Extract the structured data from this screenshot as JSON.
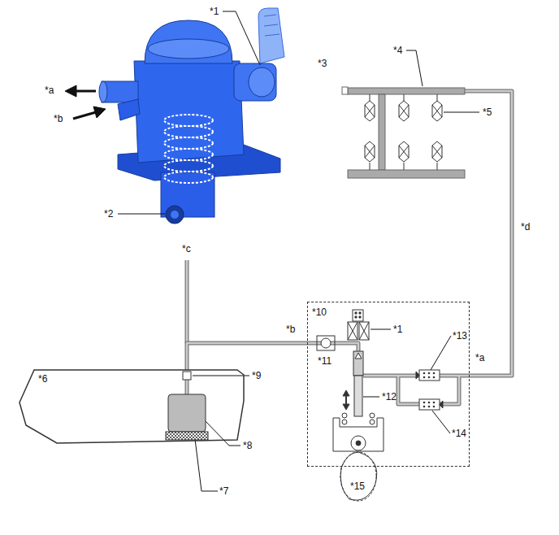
{
  "diagram": {
    "nodes": [
      {
        "text": [
          "*6"
        ]
      },
      {
        "text": [
          "*10"
        ]
      }
    ],
    "edges": [
      {
        "from": 0,
        "to": 1,
        "arrow": "none"
      }
    ],
    "labels": [
      "*1",
      "*a",
      "*b",
      "*2",
      "*c",
      "*3",
      "*4",
      "*5",
      "*d",
      "*b",
      "*1",
      "*13",
      "*a",
      "*11",
      "*9",
      "*12",
      "*14",
      "*8",
      "*7",
      "*15"
    ]
  }
}
